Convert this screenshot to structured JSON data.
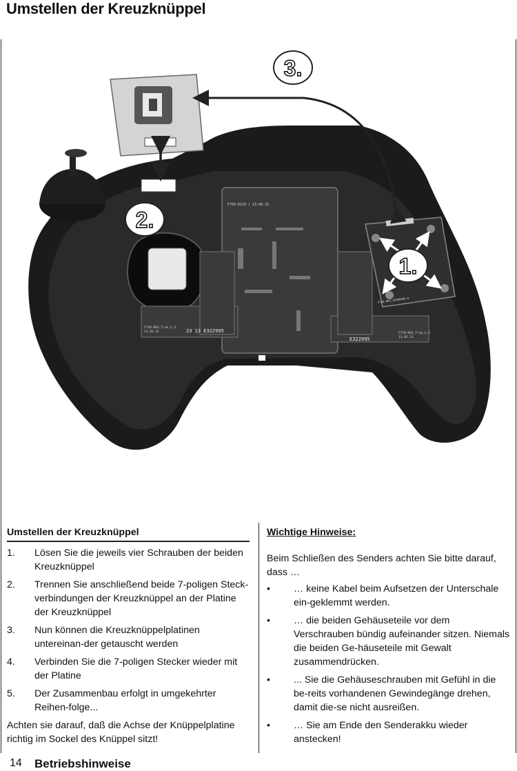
{
  "page": {
    "title": "Umstellen der Kreuzknüppel",
    "page_number": "14",
    "footer_label": "Betriebshinweise"
  },
  "figure": {
    "callouts": [
      "1.",
      "2.",
      "3."
    ],
    "board_labels": {
      "main": "F720-D110 / 13.06.31",
      "left_pcb": "F720-R03_Trim_L-2",
      "left_pcb_date": "13.05.21",
      "left_pcb_code": "23 13 E322995",
      "right_pcb": "F720-R03_Trim_L-2",
      "right_pcb_date": "13.05.21",
      "right_pcb_code": "E322995",
      "gimbal_board": "F720-R03_JOYBOARD-A"
    }
  },
  "left_column": {
    "heading": "Umstellen der Kreuzknüppel",
    "steps": [
      {
        "num": "1.",
        "text": "Lösen Sie die jeweils vier Schrauben der beiden Kreuzknüppel"
      },
      {
        "num": "2.",
        "text": "Trennen Sie anschließend beide 7-poligen Steck-verbindungen der Kreuzknüppel an der Platine der Kreuzknüppel"
      },
      {
        "num": "3.",
        "text": "Nun können die Kreuzknüppelplatinen untereinan-der getauscht werden"
      },
      {
        "num": "4.",
        "text": "Verbinden Sie die 7-poligen Stecker wieder mit der Platine"
      },
      {
        "num": "5.",
        "text": "Der Zusammenbau erfolgt in umgekehrter Reihen-folge..."
      }
    ],
    "note": "Achten sie darauf, daß die Achse der Knüppelplatine richtig im Sockel des Knüppel sitzt!"
  },
  "right_column": {
    "heading": "Wichtige Hinweise:",
    "intro": "Beim Schließen des Senders achten Sie bitte darauf, dass …",
    "bullet_symbol": "•",
    "bullets": [
      "… keine Kabel beim Aufsetzen der Unterschale ein-geklemmt werden.",
      "… die beiden Gehäuseteile vor dem Verschrauben bündig aufeinander sitzen. Niemals die beiden Ge-häuseteile mit Gewalt zusammendrücken.",
      "... Sie die Gehäuseschrauben mit Gefühl in die be-reits vorhandenen Gewindegänge drehen, damit die-se nicht ausreißen.",
      "… Sie am Ende den Senderakku wieder anstecken!"
    ]
  }
}
